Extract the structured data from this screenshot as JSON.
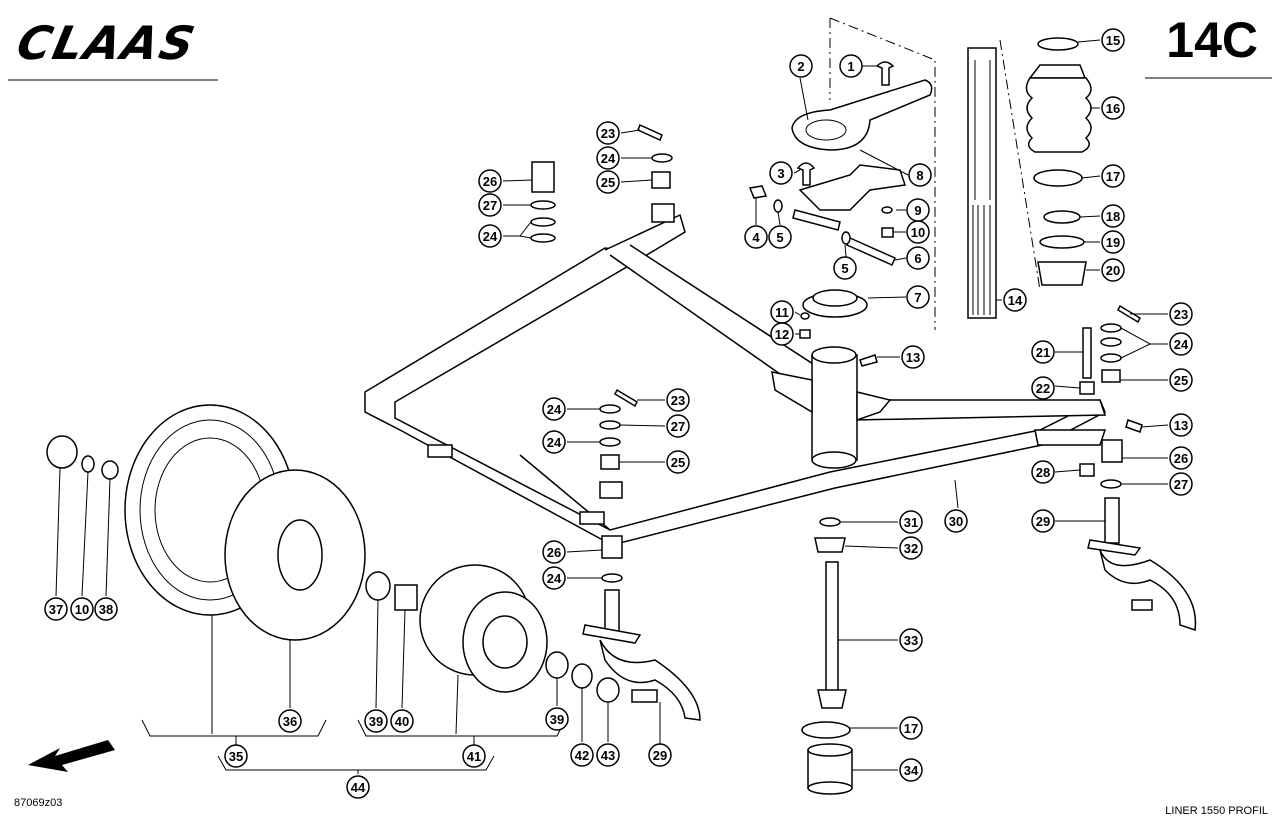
{
  "header": {
    "logo": "CLAAS",
    "page_number": "14C"
  },
  "footer": {
    "drawing_number": "87069z03",
    "model": "LINER 1550 PROFIL"
  },
  "callouts": [
    {
      "label": "1"
    },
    {
      "label": "2"
    },
    {
      "label": "3"
    },
    {
      "label": "4"
    },
    {
      "label": "5"
    },
    {
      "label": "8"
    },
    {
      "label": "9"
    },
    {
      "label": "5"
    },
    {
      "label": "10"
    },
    {
      "label": "6"
    },
    {
      "label": "7"
    },
    {
      "label": "11"
    },
    {
      "label": "12"
    },
    {
      "label": "13"
    },
    {
      "label": "14"
    },
    {
      "label": "15"
    },
    {
      "label": "16"
    },
    {
      "label": "17"
    },
    {
      "label": "18"
    },
    {
      "label": "19"
    },
    {
      "label": "20"
    },
    {
      "label": "23"
    },
    {
      "label": "24"
    },
    {
      "label": "25"
    },
    {
      "label": "26"
    },
    {
      "label": "27"
    },
    {
      "label": "24"
    },
    {
      "label": "23"
    },
    {
      "label": "24"
    },
    {
      "label": "27"
    },
    {
      "label": "24"
    },
    {
      "label": "25"
    },
    {
      "label": "23"
    },
    {
      "label": "21"
    },
    {
      "label": "24"
    },
    {
      "label": "22"
    },
    {
      "label": "25"
    },
    {
      "label": "13"
    },
    {
      "label": "26"
    },
    {
      "label": "28"
    },
    {
      "label": "27"
    },
    {
      "label": "30"
    },
    {
      "label": "31"
    },
    {
      "label": "32"
    },
    {
      "label": "29"
    },
    {
      "label": "26"
    },
    {
      "label": "24"
    },
    {
      "label": "33"
    },
    {
      "label": "37"
    },
    {
      "label": "10"
    },
    {
      "label": "38"
    },
    {
      "label": "36"
    },
    {
      "label": "39"
    },
    {
      "label": "40"
    },
    {
      "label": "41"
    },
    {
      "label": "39"
    },
    {
      "label": "42"
    },
    {
      "label": "43"
    },
    {
      "label": "29"
    },
    {
      "label": "17"
    },
    {
      "label": "34"
    },
    {
      "label": "35"
    },
    {
      "label": "44"
    }
  ]
}
